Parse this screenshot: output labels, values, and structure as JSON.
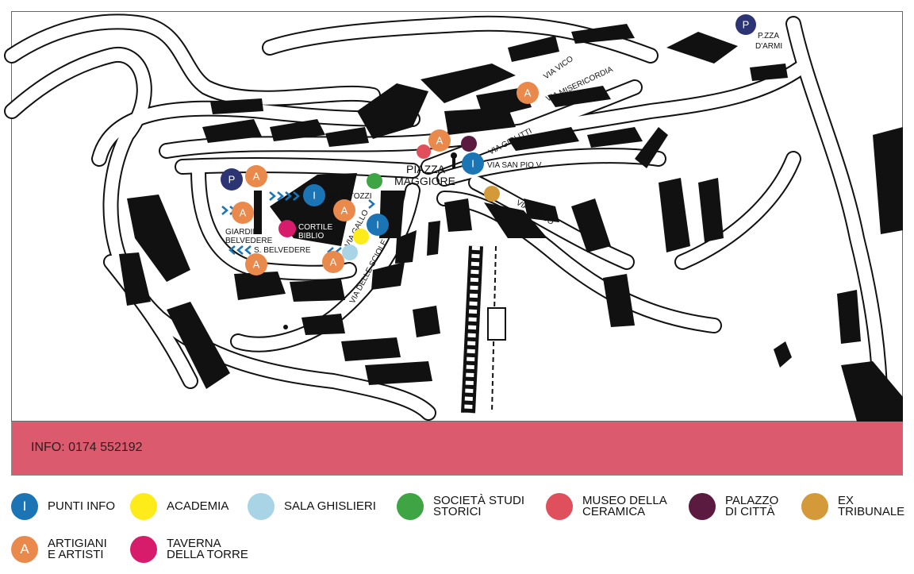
{
  "map": {
    "streets": {
      "via_vico": "VIA VICO",
      "via_misericordia": "VIA MISERICORDIA",
      "via_giolitti": "VIA GIOLITTI",
      "via_san_pio_v": "VIA SAN PIO V",
      "via_vitozzi": "VIA VITOZZI",
      "via_gallo": "VIA GALLO",
      "via_delle_sciole": "VIA DELLE SCIOLE",
      "via_vasco": "VIA VASCO",
      "s_belvedere": "S. BELVEDERE"
    },
    "places": {
      "piazza_maggiore_1": "PIAZZA",
      "piazza_maggiore_2": "MAGGIORE",
      "giardini_1": "GIARDINI",
      "giardini_2": "BELVEDERE",
      "cortile_1": "CORTILE",
      "cortile_2": "BIBLIO",
      "pzza_armi_1": "P.ZZA",
      "pzza_armi_2": "D'ARMI"
    },
    "markers": {
      "info": "I",
      "artisan": "A",
      "parking": "P"
    }
  },
  "info_bar": {
    "text": "INFO: 0174 552192"
  },
  "colors": {
    "info_blue": "#1b75b4",
    "academia_yellow": "#fdeb1a",
    "sala_light_blue": "#a9d4e6",
    "societa_green": "#3ea444",
    "museo_red": "#e0505c",
    "palazzo_purple": "#5b1a3f",
    "tribunale_gold": "#d49a3a",
    "artigiani_orange": "#e9894c",
    "taverna_magenta": "#d81c6c",
    "parking_navy": "#2d3474",
    "band_pink": "#db5a6e"
  },
  "legend": [
    {
      "id": "punti-info",
      "letter": "I",
      "color": "#1b75b4",
      "line1": "PUNTI INFO",
      "line2": ""
    },
    {
      "id": "academia",
      "letter": "",
      "color": "#fdeb1a",
      "line1": "ACADEMIA",
      "line2": ""
    },
    {
      "id": "sala-ghislieri",
      "letter": "",
      "color": "#a9d4e6",
      "line1": "SALA GHISLIERI",
      "line2": ""
    },
    {
      "id": "societa-studi-storici",
      "letter": "",
      "color": "#3ea444",
      "line1": "SOCIETÀ STUDI",
      "line2": "STORICI"
    },
    {
      "id": "museo-della-ceramica",
      "letter": "",
      "color": "#e0505c",
      "line1": "MUSEO DELLA",
      "line2": "CERAMICA"
    },
    {
      "id": "palazzo-di-citta",
      "letter": "",
      "color": "#5b1a3f",
      "line1": "PALAZZO",
      "line2": "DI CITTÀ"
    },
    {
      "id": "ex-tribunale",
      "letter": "",
      "color": "#d49a3a",
      "line1": "EX",
      "line2": "TRIBUNALE"
    },
    {
      "id": "artigiani-e-artisti",
      "letter": "A",
      "color": "#e9894c",
      "line1": "ARTIGIANI",
      "line2": "E ARTISTI"
    },
    {
      "id": "taverna-della-torre",
      "letter": "",
      "color": "#d81c6c",
      "line1": "TAVERNA",
      "line2": "DELLA TORRE"
    }
  ]
}
